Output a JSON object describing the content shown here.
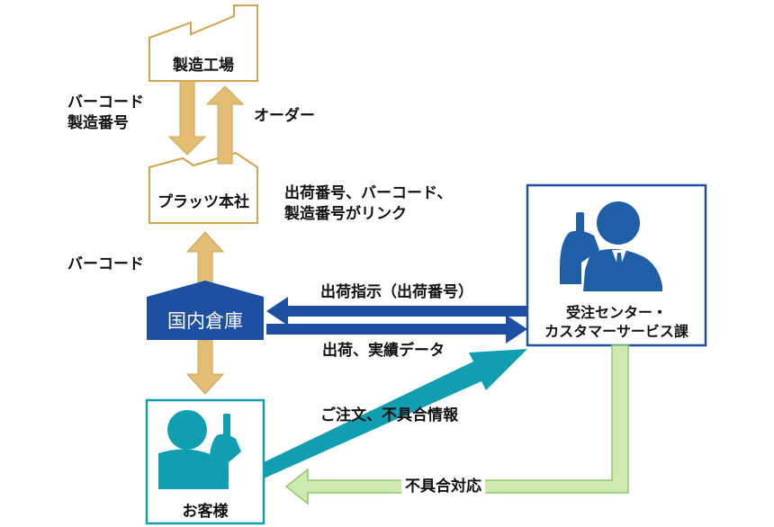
{
  "nodes": {
    "factory": "製造工場",
    "hq": "プラッツ本社",
    "warehouse": "国内倉庫",
    "order_center_line1": "受注センター・",
    "order_center_line2": "カスタマーサービス課",
    "customer": "お客様"
  },
  "labels": {
    "barcode_serial_line1": "バーコード",
    "barcode_serial_line2": "製造番号",
    "order": "オーダー",
    "link_line1": "出荷番号、バーコード、",
    "link_line2": "製造番号がリンク",
    "barcode": "バーコード",
    "ship_instruction": "出荷指示（出荷番号）",
    "ship_results": "出荷、実績データ",
    "order_defect_info": "ご注文、不具合情報",
    "defect_response": "不具合対応"
  },
  "colors": {
    "tan_arrow": "#e2bd73",
    "tan_outline": "#d4a24a",
    "navy": "#1f4fa3",
    "teal": "#0f9fb0",
    "green_fill": "#cfeab0",
    "green_outline": "#8fc76a",
    "person_blue": "#1f5fa8"
  }
}
